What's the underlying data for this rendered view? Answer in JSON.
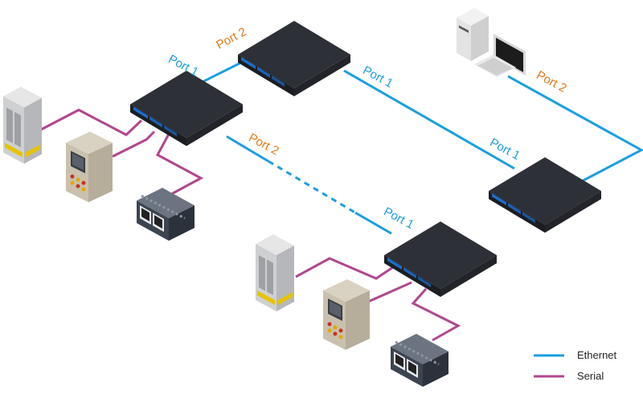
{
  "colors": {
    "ethernet": "#1a9ee0",
    "serial": "#b0468e",
    "port1_text": "#1a9ee0",
    "port2_text": "#e07b1a",
    "switch_body": "#2a2d33",
    "switch_front": "#16181c",
    "port_strip": "#1a6fd0"
  },
  "devices": {
    "switch_top": {
      "ports": [
        "Port 2",
        "Port 1"
      ]
    },
    "switch_left": {
      "ports": [
        "Port 1",
        "Port 2"
      ]
    },
    "switch_right": {
      "ports": [
        "Port 1"
      ]
    },
    "switch_bottom": {
      "ports": [
        "Port 1"
      ]
    },
    "pc": {
      "ports": [
        "Port 2"
      ]
    }
  },
  "legend": [
    {
      "label": "Ethernet",
      "type": "ethernet"
    },
    {
      "label": "Serial",
      "type": "serial"
    }
  ]
}
